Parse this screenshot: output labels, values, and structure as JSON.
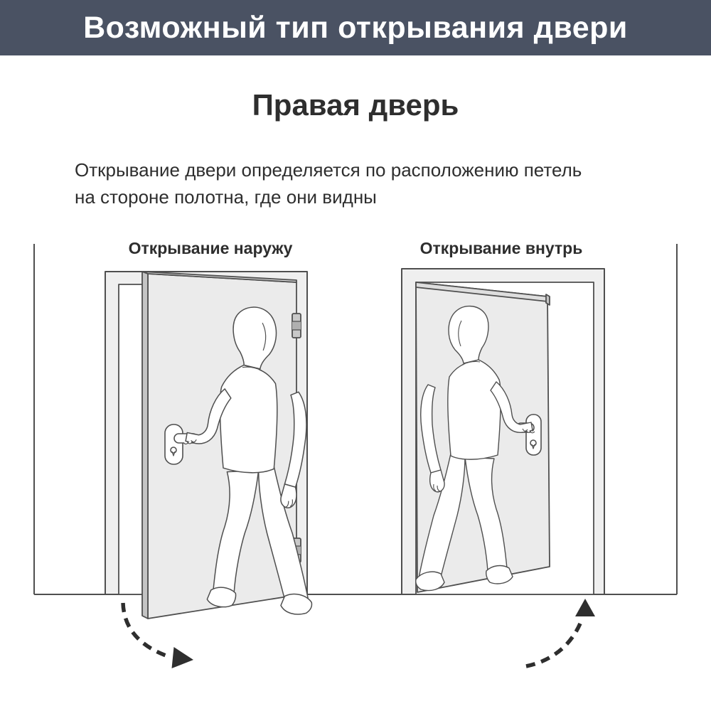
{
  "banner": {
    "title": "Возможный тип открывания двери",
    "bg_color": "#4a5263",
    "text_color": "#ffffff"
  },
  "heading": {
    "title": "Правая дверь"
  },
  "description": {
    "line1": "Открывание двери определяется по расположению петель",
    "line2": "на стороне полотна, где они видны"
  },
  "panels": {
    "outward": {
      "label": "Открывание наружу",
      "swing": "toward viewer",
      "arrow_direction": "right"
    },
    "inward": {
      "label": "Открывание внутрь",
      "swing": "away from viewer",
      "arrow_direction": "up"
    }
  },
  "artwork_colors": {
    "line": "#4f4f4f",
    "door_fill": "#ebebeb",
    "frame_fill": "#efefef",
    "door_edge_fill": "#c4c4c4",
    "hinge_fill": "#c9c9c9",
    "hinge_band": "#b0b0b0",
    "arrow": "#2e2e2e"
  }
}
